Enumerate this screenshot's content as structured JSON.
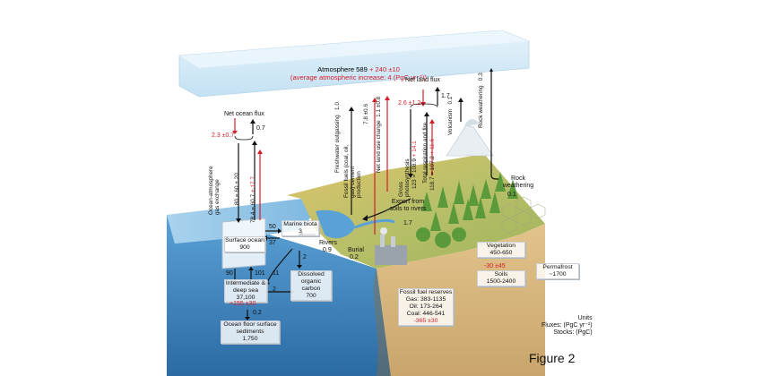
{
  "atmosphere": {
    "line1_a": "Atmosphere 589",
    "line1_b": "+ 240 ±10",
    "line2": "(average atmospheric increase: 4 (PgC yr⁻¹))"
  },
  "fluxes": {
    "net_ocean_flux": "Net ocean flux",
    "net_ocean_value_red": "2.3 ±0.7",
    "net_ocean_value": "0.7",
    "ocean_atm_exchange": "Ocean-atmosphere gas exchange",
    "oae_up": "80 = 60 + 20",
    "oae_down_a": "78.4 = 60.7",
    "oae_down_b": "+ 17.7",
    "freshwater_outgassing": "Freshwater outgassing",
    "freshwater_value": "1.0",
    "fossil_fuels": "Fossil fuels (coal, oil, gas) cement production",
    "fossil_value": "7.8 ±0.6",
    "land_use": "Net land use change",
    "land_use_value": "1.1 ±0.8",
    "net_land_flux": "Net land flux",
    "net_land_red": "2.6 ±1.2",
    "net_land_value": "1.7",
    "gross_photo": "Gross photosynthesis",
    "gross_photo_value_a": "123 = 108.9",
    "gross_photo_value_b": "+ 14.1",
    "total_resp": "Total respiration and fire",
    "total_resp_value_a": "118.7 = 107.2",
    "total_resp_value_b": "+ 11.6",
    "volcanism": "Volcanism",
    "volcanism_value": "0.1",
    "rock_weathering": "Rock weathering",
    "rock_weathering_value": "0.3",
    "rock_weathering2": "Rock weathering",
    "rock_weathering2_value": "0.1",
    "export": "Export from soils to rivers",
    "export_value": "1.7",
    "rivers": "Rivers",
    "rivers_value": "0.9",
    "burial": "Burial",
    "burial_value": "0.2",
    "f50": "50",
    "f37": "37",
    "f90": "90",
    "f101": "101",
    "f11": "11",
    "f2": "2",
    "f2b": "2",
    "f02": "0.2"
  },
  "stocks": {
    "surface_ocean": "Surface ocean",
    "surface_ocean_value": "900",
    "marine_biota": "Marine biota",
    "marine_biota_value": "3",
    "intermediate": "Intermediate & deep sea",
    "intermediate_value": "37,100",
    "intermediate_red": "+155 ±30",
    "doc": "Dissolved organic carbon",
    "doc_value": "700",
    "ocean_floor": "Ocean floor surface sediments",
    "ocean_floor_value": "1,750",
    "vegetation": "Vegetation",
    "vegetation_value": "450-650",
    "vegetation_red": "-30 ±45",
    "soils": "Soils",
    "soils_value": "1500-2400",
    "permafrost": "Permafrost",
    "permafrost_value": "~1700",
    "fossil_reserves": "Fossil fuel reserves",
    "gas": "Gas: 383-1135",
    "oil": "Oil: 173-264",
    "coal": "Coal: 446-541",
    "fossil_red": "-365 ±30"
  },
  "units": {
    "title": "Units",
    "fluxes": "Fluxes: (PgC yr⁻¹)",
    "stocks": "Stocks: (PgC)"
  },
  "figure_label": "Figure 2",
  "colors": {
    "red": "#d21f2a",
    "ocean": "#3f88c5",
    "atmosphere": "#cfe7f6",
    "land": "#c9b46a",
    "forest": "#5b9a3a"
  }
}
